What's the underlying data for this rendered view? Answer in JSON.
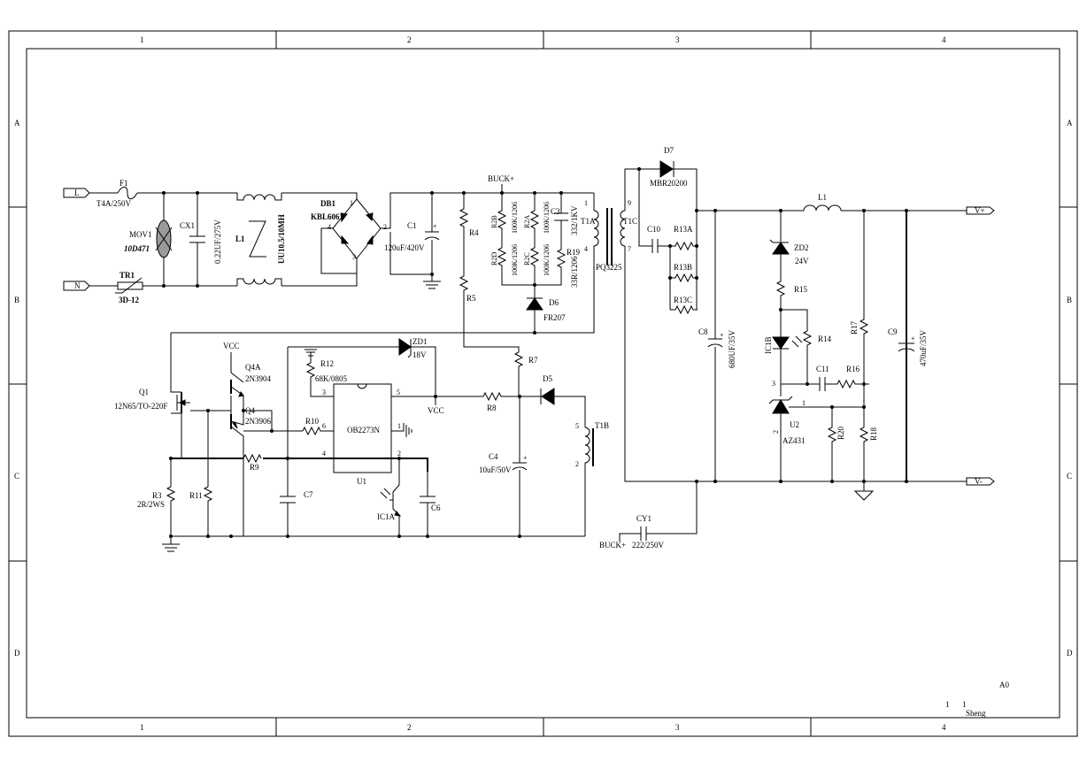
{
  "frame": {
    "columns": [
      "1",
      "2",
      "3",
      "4"
    ],
    "rows": [
      "A",
      "B",
      "C",
      "D"
    ]
  },
  "title_block": {
    "sheet": "A0",
    "number_left": "1",
    "number_right": "1",
    "author": "Sheng"
  },
  "nets": {
    "L": "L",
    "N": "N",
    "buck_top": "BUCK+",
    "buck_bottom": "BUCK+",
    "vcc_top": "VCC",
    "vcc_mid": "VCC",
    "vplus": "V+",
    "vminus": "V-"
  },
  "components": {
    "F1": {
      "ref": "F1",
      "value": "T4A/250V"
    },
    "MOV1": {
      "ref": "MOV1",
      "value": "10D471"
    },
    "TR1": {
      "ref": "TR1",
      "value": "3D-12"
    },
    "CX1": {
      "ref": "CX1",
      "value": "0.22UF/275V"
    },
    "L1": {
      "ref": "L1",
      "value": "UU10.5/10MH"
    },
    "DB1": {
      "ref": "DB1",
      "value": "KBL606",
      "pins": [
        "1",
        "2",
        "3",
        "4"
      ]
    },
    "C1": {
      "ref": "C1",
      "value": "120uF/420V"
    },
    "R4": {
      "ref": "R4"
    },
    "R5": {
      "ref": "R5"
    },
    "R2B": {
      "ref": "R2B",
      "value": "100K/1206"
    },
    "R2D": {
      "ref": "R2D",
      "value": "100K/1206"
    },
    "R2A": {
      "ref": "R2A",
      "value": "100K/1206"
    },
    "R2C": {
      "ref": "R2C",
      "value": "100K/1206"
    },
    "C3": {
      "ref": "C3",
      "value": "332/1KV"
    },
    "R19": {
      "ref": "R19",
      "value": "33R/1206"
    },
    "D6": {
      "ref": "D6",
      "value": "FR207"
    },
    "T1A": {
      "ref": "T1A",
      "value": "PQ3225",
      "pins": [
        "1",
        "4"
      ]
    },
    "T1C": {
      "ref": "T1C",
      "pins": [
        "9",
        "7"
      ]
    },
    "T1B": {
      "ref": "T1B",
      "pins": [
        "5",
        "2"
      ]
    },
    "D7": {
      "ref": "D7",
      "value": "MBR20200"
    },
    "C10": {
      "ref": "C10"
    },
    "R13A": {
      "ref": "R13A"
    },
    "R13B": {
      "ref": "R13B"
    },
    "R13C": {
      "ref": "R13C"
    },
    "C8": {
      "ref": "C8",
      "value": "680UF/35V"
    },
    "L1out": {
      "ref": "L1"
    },
    "ZD2": {
      "ref": "ZD2",
      "value": "24V"
    },
    "R15": {
      "ref": "R15"
    },
    "IC1B": {
      "ref": "IC1B"
    },
    "R14": {
      "ref": "R14"
    },
    "C11": {
      "ref": "C11"
    },
    "R16": {
      "ref": "R16"
    },
    "R17": {
      "ref": "R17"
    },
    "C9": {
      "ref": "C9",
      "value": "470uF/35V"
    },
    "U2": {
      "ref": "U2",
      "value": "AZ431",
      "pins": [
        "3",
        "1",
        "2"
      ]
    },
    "R20": {
      "ref": "R20"
    },
    "R18": {
      "ref": "R18"
    },
    "CY1": {
      "ref": "CY1",
      "value": "222/250V"
    },
    "Q1": {
      "ref": "Q1",
      "value": "12N65/TO-220F"
    },
    "Q4A": {
      "ref": "Q4A",
      "value": "2N3904"
    },
    "Q4": {
      "ref": "Q4",
      "value": "2N3906"
    },
    "R3": {
      "ref": "R3",
      "value": "2R/2WS"
    },
    "R11": {
      "ref": "R11"
    },
    "R9": {
      "ref": "R9"
    },
    "R10": {
      "ref": "R10"
    },
    "R12": {
      "ref": "R12",
      "value": "68K/0805"
    },
    "C7": {
      "ref": "C7"
    },
    "U1": {
      "ref": "U1",
      "value": "OB2273N",
      "pins": [
        "3",
        "5",
        "6",
        "1",
        "4",
        "2"
      ]
    },
    "ZD1": {
      "ref": "ZD1",
      "value": "18V"
    },
    "IC1A": {
      "ref": "IC1A"
    },
    "C6": {
      "ref": "C6"
    },
    "R7": {
      "ref": "R7"
    },
    "R8": {
      "ref": "R8"
    },
    "D5": {
      "ref": "D5"
    },
    "C4": {
      "ref": "C4",
      "value": "10uF/50V"
    }
  }
}
